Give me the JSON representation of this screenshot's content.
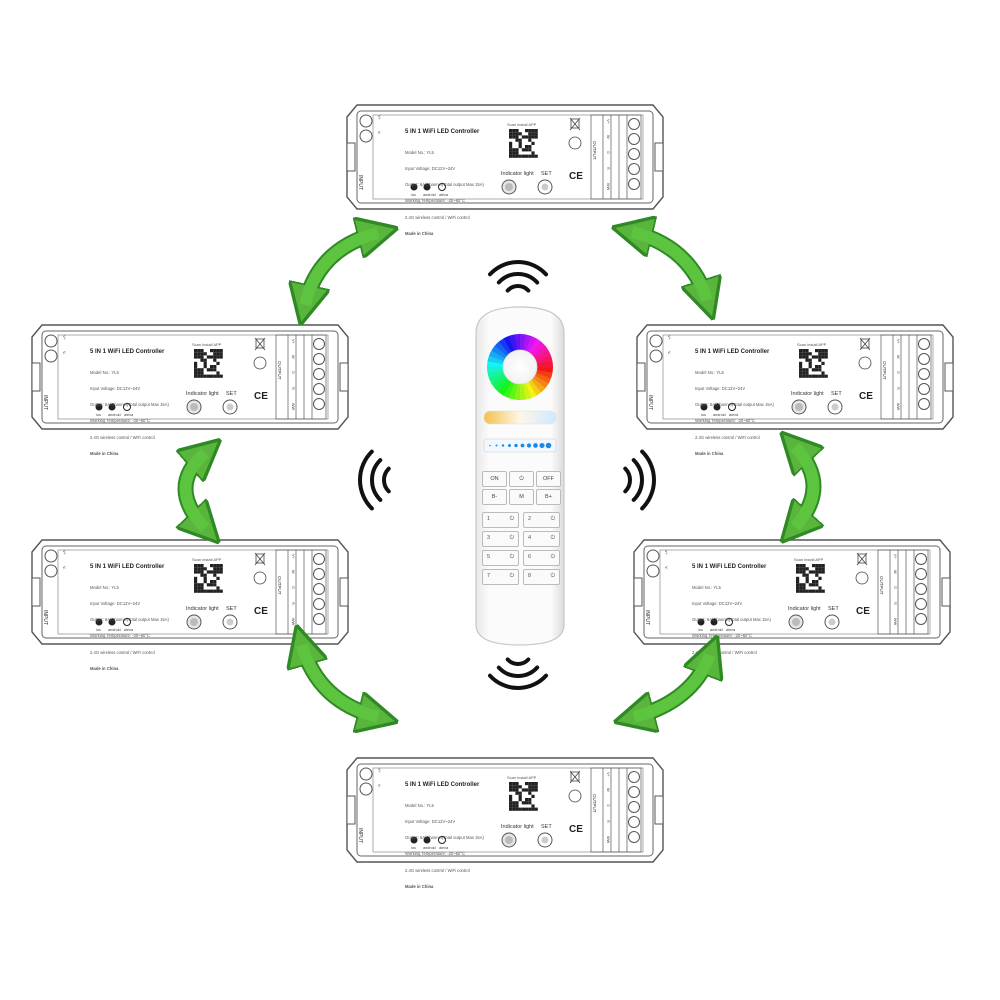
{
  "controller": {
    "title": "5 IN 1 WiFi LED Controller",
    "spec_lines": [
      "Model No.: YL5",
      "Input Voltage: DC12V~24V",
      "Output: 6A/Channel(Total output Max 15A)",
      "Working Temperature: -20~60°C",
      "2.4G wireless control / WiFi control",
      "Made in China"
    ],
    "scan_label": "Scan install APP",
    "indicator_label": "Indicator light",
    "set_label": "SET",
    "input_label": "INPUT",
    "output_label": "OUTPUT",
    "ce_mark": "CE",
    "input_wires": [
      "V+",
      "V-"
    ],
    "output_wires": [
      "V+",
      "W",
      "G",
      "R",
      "WW"
    ],
    "os_labels": [
      "ios",
      "android",
      "alexa"
    ]
  },
  "remote": {
    "on_label": "ON",
    "mode_label": "M",
    "off_label": "OFF",
    "bright_down_label": "B-",
    "bright_up_label": "B+",
    "zones": [
      "1",
      "2",
      "3",
      "4",
      "5",
      "6",
      "7",
      "8"
    ]
  },
  "colors": {
    "arrow_green": "#59b53b",
    "arrow_dark": "#2f8a26",
    "outline": "#555555"
  }
}
